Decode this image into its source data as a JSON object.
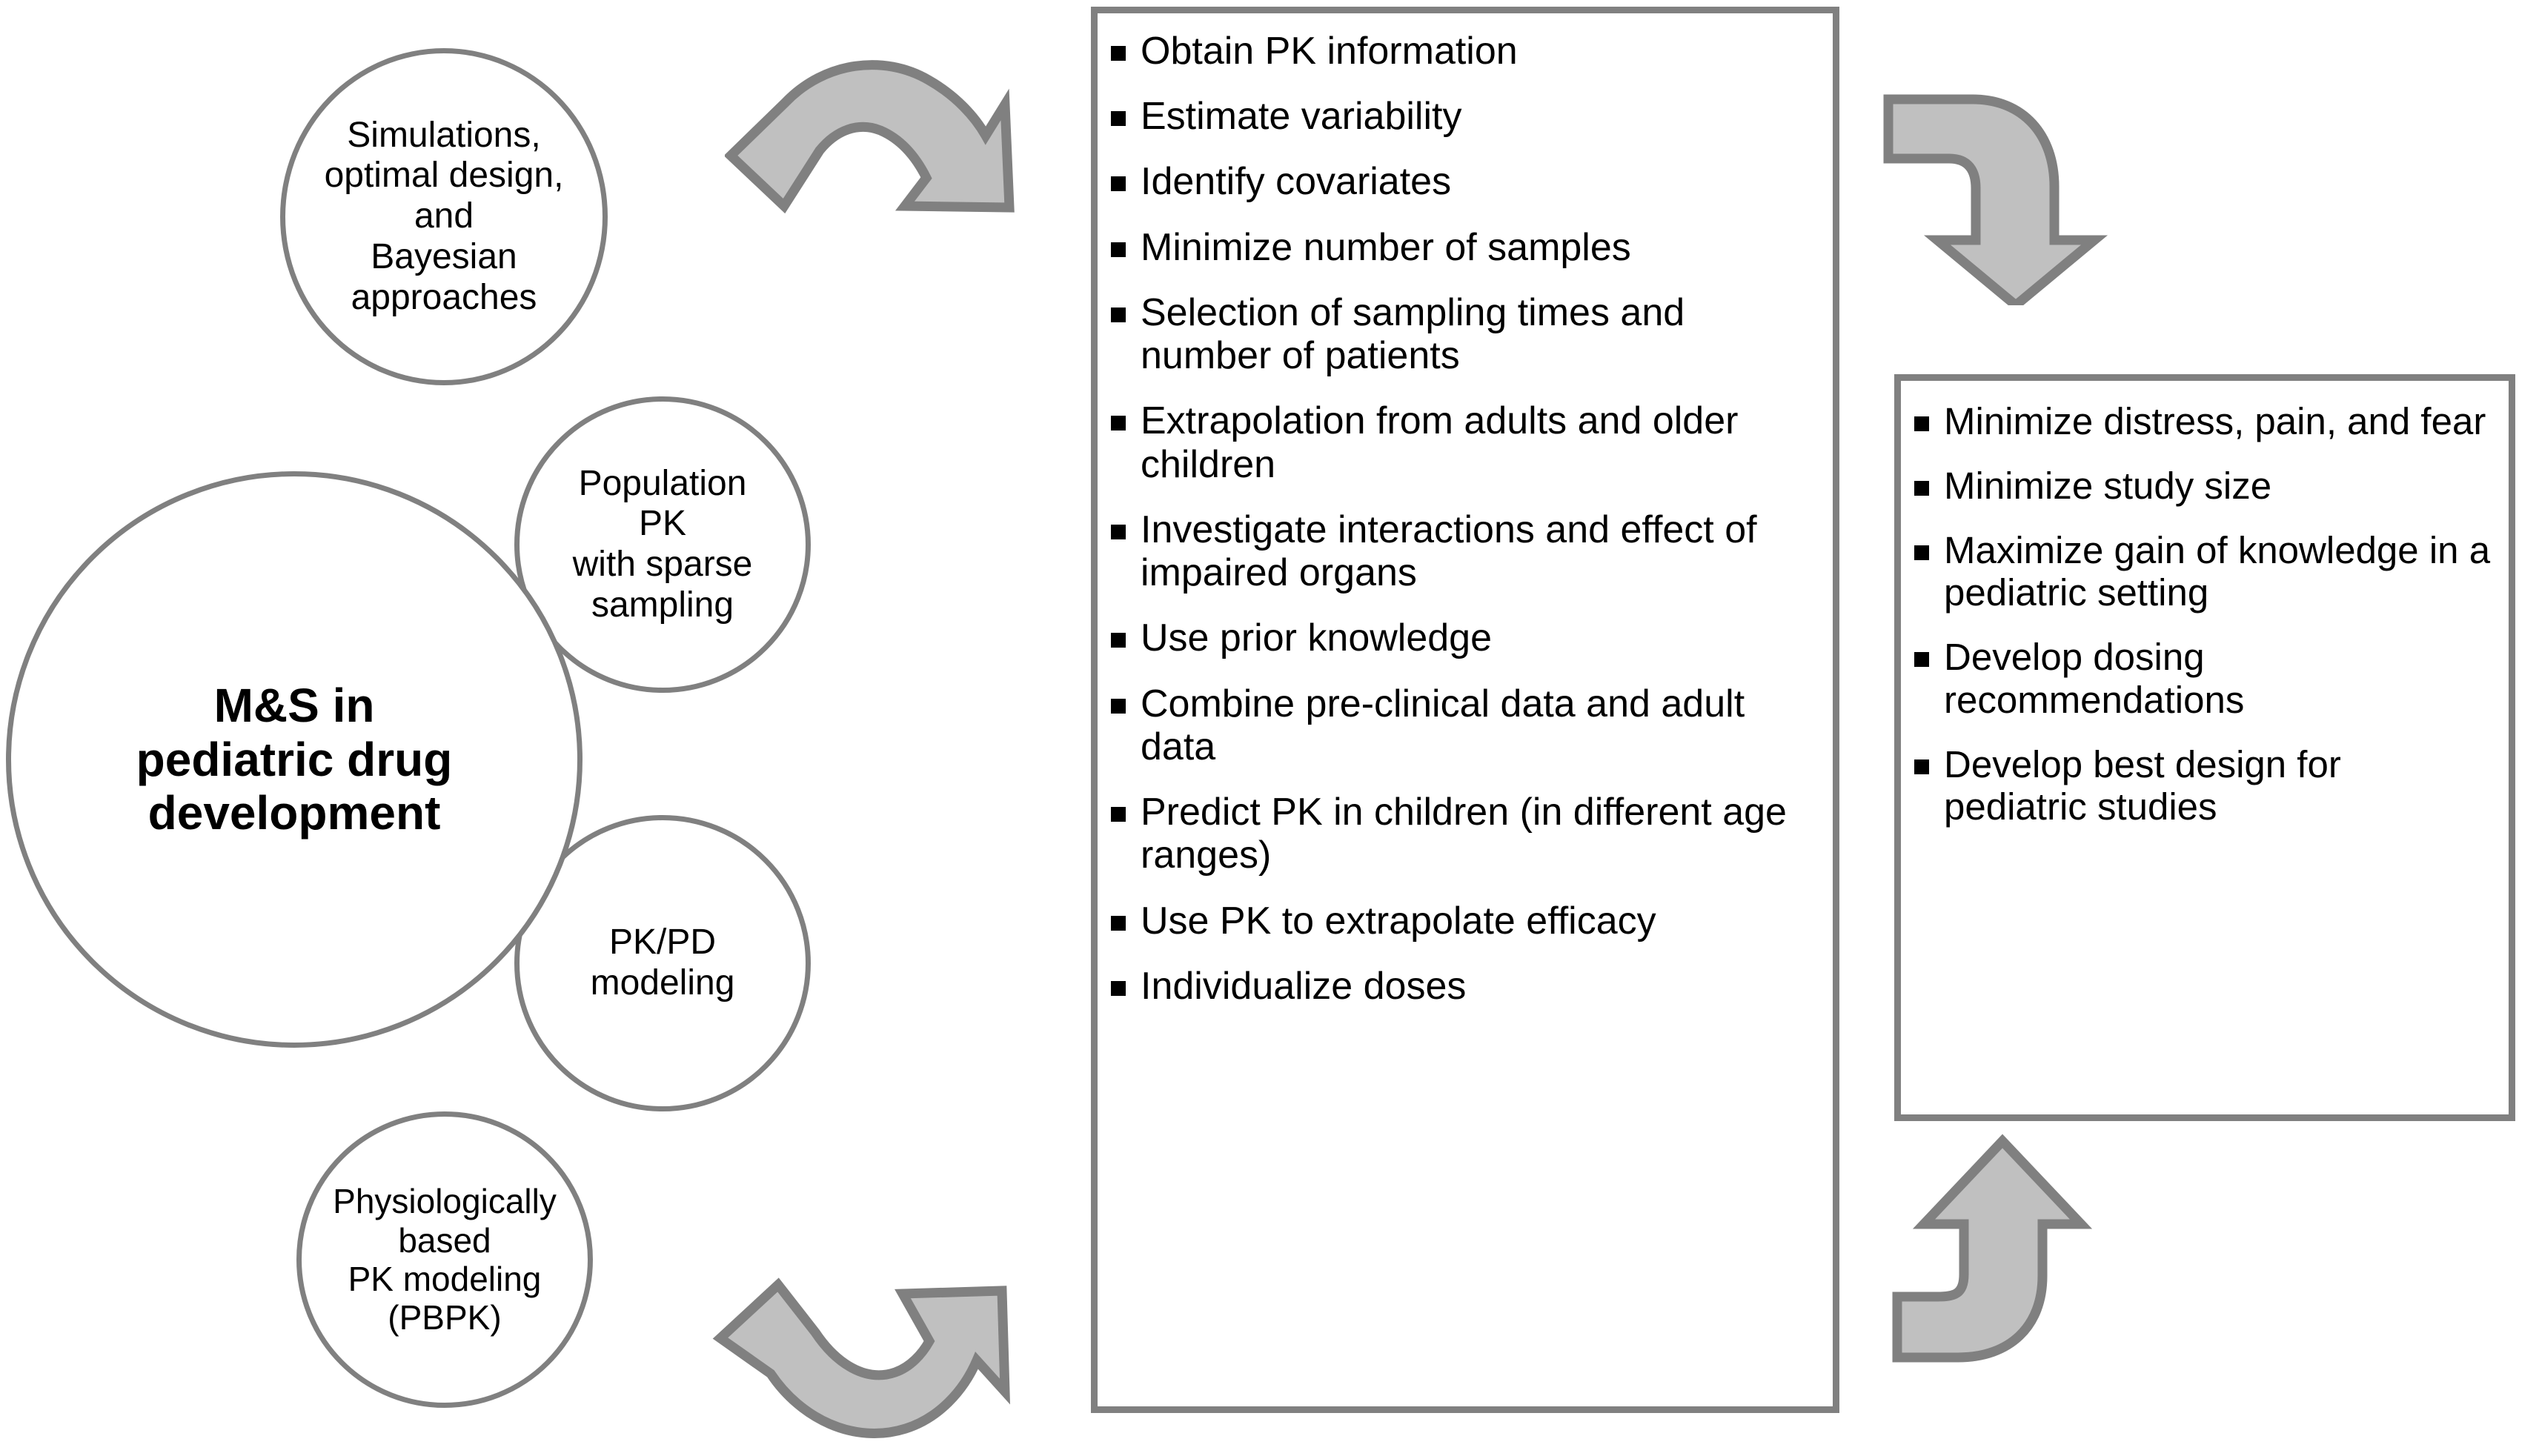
{
  "diagram": {
    "title": "M&S in pediatric drug development",
    "palette": {
      "circle_stroke": "#808080",
      "box_border": "#808080",
      "arrow_fill": "#C0C0C0",
      "arrow_stroke": "#808080",
      "text": "#000000",
      "background": "#FFFFFF"
    }
  },
  "circles": {
    "main": {
      "label": "M&S in\npediatric drug\ndevelopment",
      "emphasis": "bold"
    },
    "nodes": [
      {
        "id": "simulations",
        "label": "Simulations,\noptimal design,\nand\nBayesian\napproaches"
      },
      {
        "id": "population-pk",
        "label": "Population\nPK\nwith sparse\nsampling"
      },
      {
        "id": "pk-pd",
        "label": "PK/PD\nmodeling"
      },
      {
        "id": "pbpk",
        "label": "Physiologically\nbased\nPK modeling\n(PBPK)"
      }
    ]
  },
  "arrows": [
    {
      "id": "top-left",
      "name": "curved-arrow-right",
      "direction": "right",
      "fill": "#C0C0C0",
      "stroke": "#808080"
    },
    {
      "id": "bottom-left",
      "name": "curved-arrow-up-right",
      "direction": "up-right",
      "fill": "#C0C0C0",
      "stroke": "#808080"
    },
    {
      "id": "top-right",
      "name": "curved-arrow-down",
      "direction": "down",
      "fill": "#C0C0C0",
      "stroke": "#808080"
    },
    {
      "id": "bottom-right",
      "name": "curved-arrow-up",
      "direction": "up",
      "fill": "#C0C0C0",
      "stroke": "#808080"
    }
  ],
  "middle_box": {
    "items": [
      "Obtain PK information",
      "Estimate variability",
      "Identify covariates",
      "Minimize number of samples",
      "Selection of sampling times and number of patients",
      "Extrapolation from adults and older children",
      "Investigate interactions and effect of impaired organs",
      "Use prior knowledge",
      "Combine pre-clinical data and adult data",
      "Predict PK in children (in different age ranges)",
      "Use PK to extrapolate efficacy",
      "Individualize doses"
    ]
  },
  "right_box": {
    "items": [
      "Minimize distress, pain, and fear",
      "Minimize study size",
      "Maximize gain of knowledge in a pediatric setting",
      "Develop dosing recommendations",
      "Develop best design for pediatric studies"
    ]
  }
}
